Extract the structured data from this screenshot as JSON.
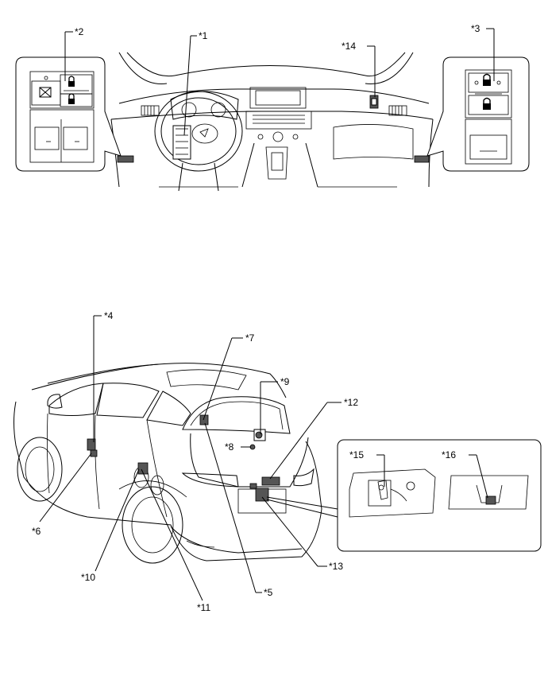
{
  "callouts": {
    "c1": "*1",
    "c2": "*2",
    "c3": "*3",
    "c4": "*4",
    "c5": "*5",
    "c6": "*6",
    "c7": "*7",
    "c8": "*8",
    "c9": "*9",
    "c10": "*10",
    "c11": "*11",
    "c12": "*12",
    "c13": "*13",
    "c14": "*14",
    "c15": "*15",
    "c16": "*16"
  }
}
